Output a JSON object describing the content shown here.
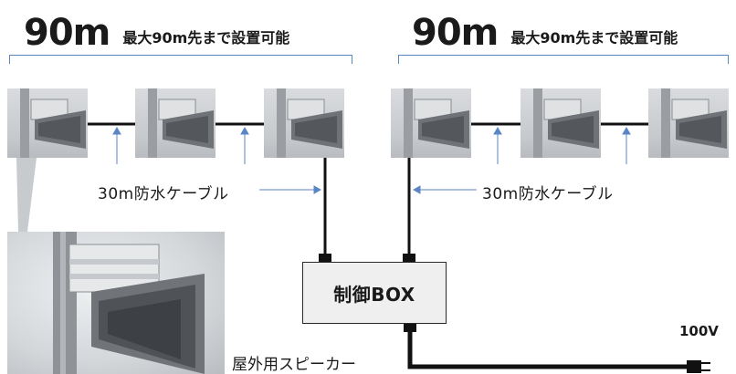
{
  "left_span": {
    "distance": "90m",
    "caption": "最大90m先まで設置可能"
  },
  "right_span": {
    "distance": "90m",
    "caption": "最大90m先まで設置可能"
  },
  "cable_label_left": "30m防水ケーブル",
  "cable_label_right": "30m防水ケーブル",
  "control_box": {
    "label": "制御BOX"
  },
  "power": {
    "label": "100V"
  },
  "speaker": {
    "label": "屋外用スピーカー"
  },
  "colors": {
    "accent_blue": "#5b86c5",
    "cable": "#111111",
    "box_fill": "#efefef"
  }
}
